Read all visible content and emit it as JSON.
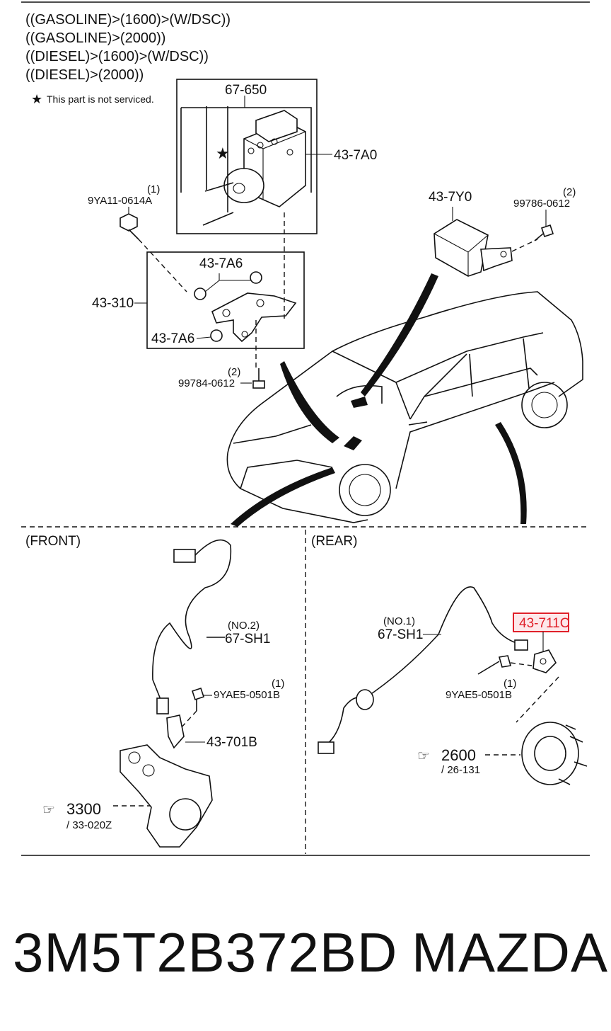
{
  "conditions": [
    "((GASOLINE)>(1600)>(W/DSC))",
    "((GASOLINE)>(2000))",
    "((DIESEL)>(1600)>(W/DSC))",
    "((DIESEL)>(2000))"
  ],
  "legend_note": {
    "symbol": "★",
    "text": "This part is not serviced."
  },
  "callouts": {
    "hcu_box": "67-650",
    "hcu_unit": "43-7A0",
    "bolt_left_qty": "(1)",
    "bolt_left": "9YA11-0614A",
    "bracket_bush_top": "43-7A6",
    "bracket": "43-310",
    "bracket_bush_bottom": "43-7A6",
    "bolt_bottom_qty": "(2)",
    "bolt_bottom": "99784-0612",
    "module": "43-7Y0",
    "bolt_right_qty": "(2)",
    "bolt_right": "99786-0612"
  },
  "front": {
    "title": "(FRONT)",
    "harness_no": "(NO.2)",
    "harness": "67-SH1",
    "bolt_qty": "(1)",
    "bolt": "9YAE5-0501B",
    "sensor": "43-701B",
    "ref_group": "3300",
    "ref_sub": "/ 33-020Z"
  },
  "rear": {
    "title": "(REAR)",
    "harness_no": "(NO.1)",
    "harness": "67-SH1",
    "sensor_highlighted": "43-711C",
    "bolt_qty": "(1)",
    "bolt": "9YAE5-0501B",
    "ref_group": "2600",
    "ref_sub": "/ 26-131"
  },
  "footer": {
    "part_number": "3M5T2B372BD",
    "brand": "MAZDA"
  },
  "colors": {
    "line": "#111111",
    "highlight": "#e0202a",
    "highlight_fill": "#fde8ea",
    "background": "#ffffff"
  }
}
